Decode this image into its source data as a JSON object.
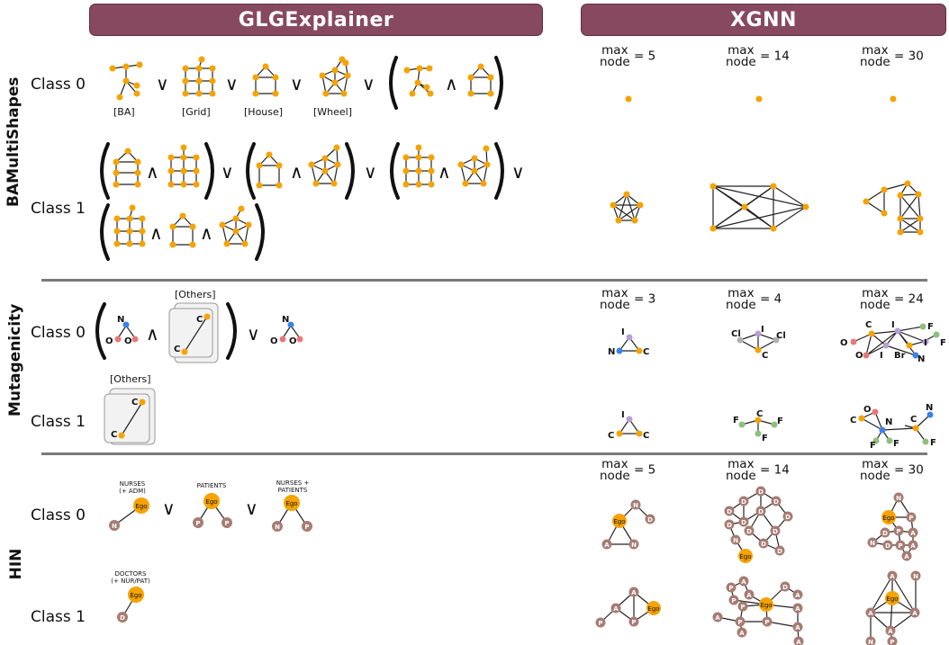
{
  "headers": {
    "left": "GLGExplainer",
    "right": "XGNN"
  },
  "datasets": [
    "BAMultiShapes",
    "Mutagenicity",
    "HIN"
  ],
  "class_labels": [
    "Class 0",
    "Class 1"
  ],
  "operators": {
    "or": "∨",
    "and": "∧"
  },
  "ba_captions": [
    "[BA]",
    "[Grid]",
    "[House]",
    "[Wheel]"
  ],
  "others_label": "[Others]",
  "max_node": {
    "top": "max",
    "bottom": "node",
    "ba": [
      "= 5",
      "= 14",
      "= 30"
    ],
    "mut": [
      "= 3",
      "= 4",
      "= 24"
    ],
    "hin": [
      "= 5",
      "= 14",
      "= 30"
    ]
  },
  "hin_concepts": {
    "nurses": "NURSES",
    "nurses_sub": "(+ ADM)",
    "patients": "PATIENTS",
    "nurses_patients_1": "NURSES +",
    "nurses_patients_2": "PATIENTS",
    "doctors": "DOCTORS",
    "doctors_sub": "(+ NUR/PAT)"
  },
  "atoms": {
    "N": "N",
    "O": "O",
    "C": "C",
    "I": "I",
    "Cl": "Cl",
    "F": "F",
    "Br": "Br"
  },
  "hin_nodes": {
    "ego": "Ego",
    "N": "N",
    "P": "P",
    "D": "D",
    "A": "A"
  },
  "colors": {
    "banner": "#874960",
    "node_orange": "#f5a300",
    "atom_N": "#3b82e6",
    "atom_O": "#e87878",
    "atom_I": "#b89ed2",
    "atom_Cl": "#b0b0b0",
    "atom_F": "#8fbf7f",
    "hin_node": "#a67c73",
    "ego": "#f5a300"
  }
}
